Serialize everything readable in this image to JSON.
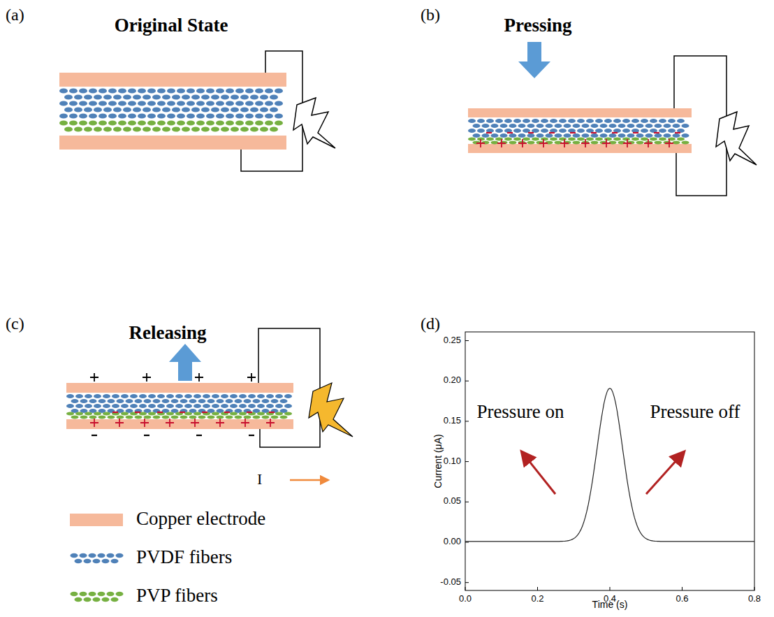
{
  "diagram": {
    "labels": [
      "(a)",
      "Original State",
      "(b)",
      "Pressing",
      "(c)",
      "Releasing",
      "(d)",
      "I",
      "Pressure on",
      "Pressure off",
      "Current (μA)",
      "Time (s)",
      "0.25",
      "0.20",
      "0.15",
      "0.10",
      "0.05",
      "0.00",
      "-0.05",
      "0.0",
      "0.2",
      "0.4",
      "0.6",
      "0.8"
    ],
    "legend": [
      {
        "text": "Copper electrode",
        "color": "#f6b99b"
      },
      {
        "text": "PVDF fibers",
        "color": "#4f81b8"
      },
      {
        "text": "PVP fibers",
        "color": "#76b041"
      }
    ]
  }
}
